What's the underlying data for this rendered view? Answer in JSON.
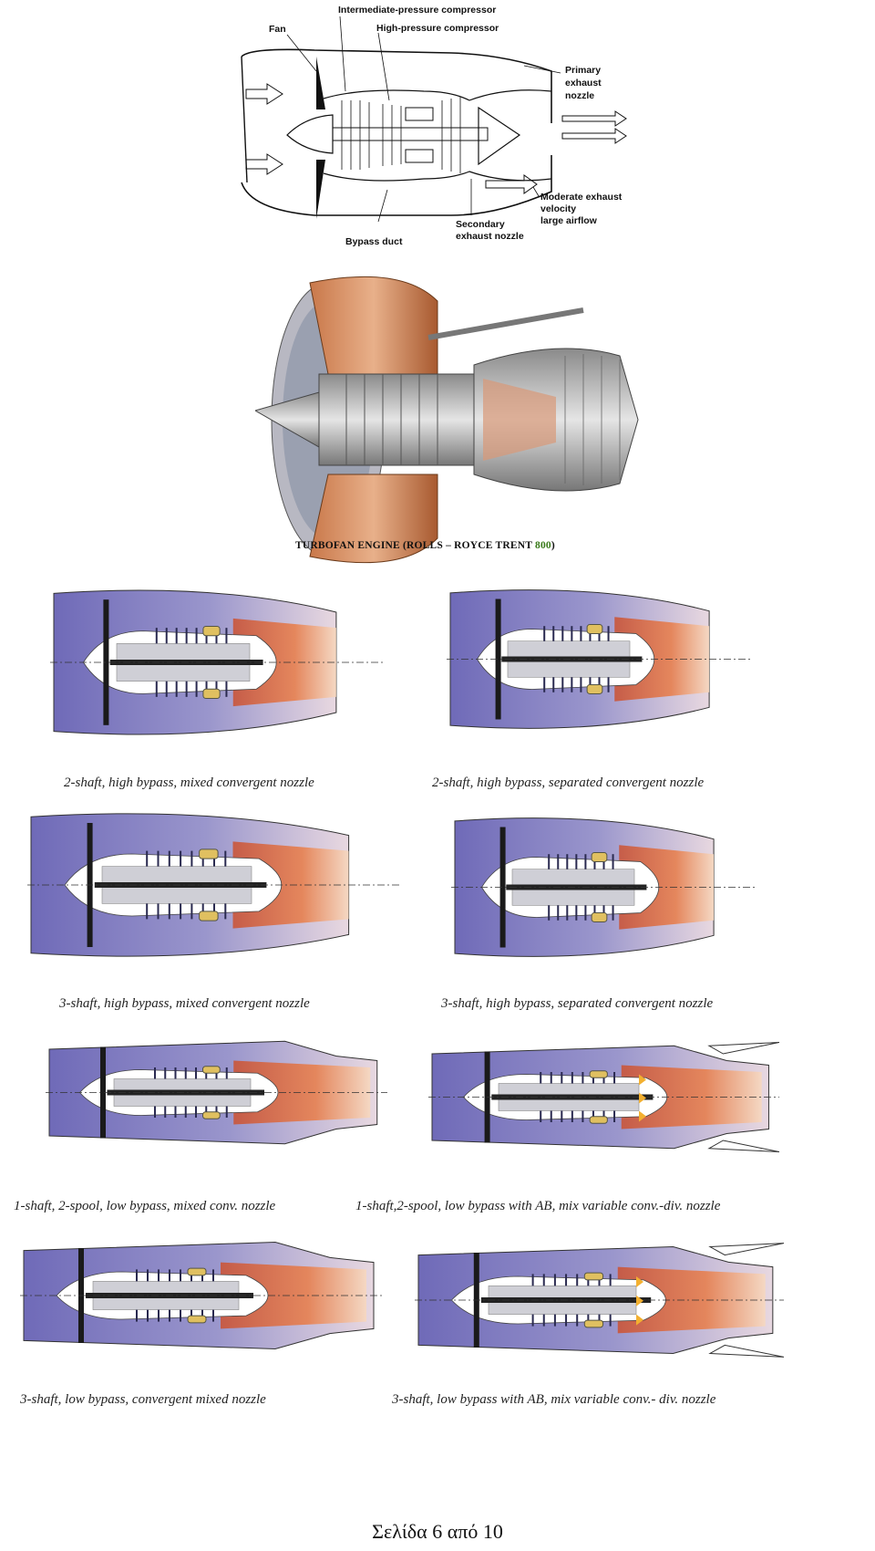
{
  "schematic": {
    "labels": {
      "intermediate_pressure_compressor": "Intermediate-pressure compressor",
      "fan": "Fan",
      "high_pressure_compressor": "High-pressure compressor",
      "primary_exhaust_nozzle_1": "Primary",
      "primary_exhaust_nozzle_2": "exhaust",
      "primary_exhaust_nozzle_3": "nozzle",
      "moderate_1": "Moderate exhaust",
      "moderate_2": "velocity",
      "moderate_3": "large airflow",
      "secondary_1": "Secondary",
      "secondary_2": "exhaust nozzle",
      "bypass_duct": "Bypass duct"
    }
  },
  "photo_caption": {
    "text_main": "TURBOFAN ENGINE (ROLLS – ROYCE TRENT ",
    "text_num": "800",
    "text_end": ")"
  },
  "variants": [
    {
      "caption": "2-shaft, high bypass, mixed convergent nozzle"
    },
    {
      "caption": "2-shaft, high bypass, separated convergent nozzle"
    },
    {
      "caption": "3-shaft, high bypass, mixed convergent nozzle"
    },
    {
      "caption": "3-shaft, high bypass, separated convergent nozzle"
    },
    {
      "caption": "1-shaft, 2-spool, low bypass, mixed conv. nozzle"
    },
    {
      "caption": "1-shaft,2-spool, low bypass with AB, mix variable conv.-div. nozzle"
    },
    {
      "caption": "3-shaft, low bypass, convergent mixed nozzle"
    },
    {
      "caption": "3-shaft, low bypass with AB, mix variable conv.- div. nozzle"
    }
  ],
  "footer": {
    "page": "Σελίδα 6 από 10"
  },
  "colors": {
    "bypass_blue": "#8a86c4",
    "hot_orange": "#d9603a",
    "core_grey": "#cfcfd6"
  }
}
